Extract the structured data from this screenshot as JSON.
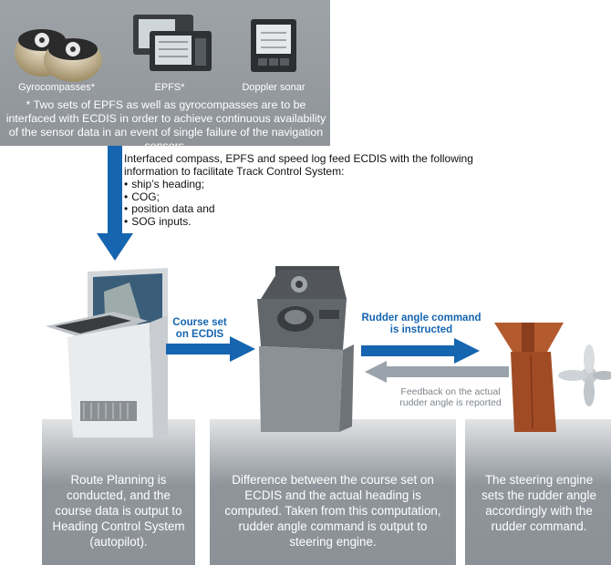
{
  "sensors": [
    {
      "label": "Gyrocompasses*"
    },
    {
      "label": "EPFS*"
    },
    {
      "label": "Doppler sonar"
    }
  ],
  "note": "* Two sets of EPFS as well as gyrocompasses are to be interfaced with ECDIS in order to achieve continuous availability of the sensor data in an event of single failure of the navigation sensors.",
  "info": {
    "intro": "Interfaced compass, EPFS and speed log feed ECDIS with the following information to facilitate Track Control System:",
    "bullets": [
      "ship’s heading;",
      "COG;",
      "position data and",
      "SOG inputs."
    ]
  },
  "arrows": {
    "course_set": [
      "Course set",
      "on ECDIS"
    ],
    "rudder_command": [
      "Rudder angle command",
      "is instructed"
    ],
    "feedback": [
      "Feedback on the actual",
      "rudder angle is reported"
    ]
  },
  "panels": {
    "ecdis": "Route Planning is conducted, and the course data is output to Heading Control System (autopilot).",
    "autopilot": "Difference between the course set on ECDIS and the actual heading is computed. Taken from this computation, rudder angle command is output to steering engine.",
    "steering": "The steering engine sets the rudder angle accordingly with the rudder command."
  },
  "colors": {
    "arrow_blue": "#1565b0",
    "arrow_grey": "#9aa3ab",
    "panel_grey": "#8e949a",
    "rudder_brown": "#a14b25"
  }
}
